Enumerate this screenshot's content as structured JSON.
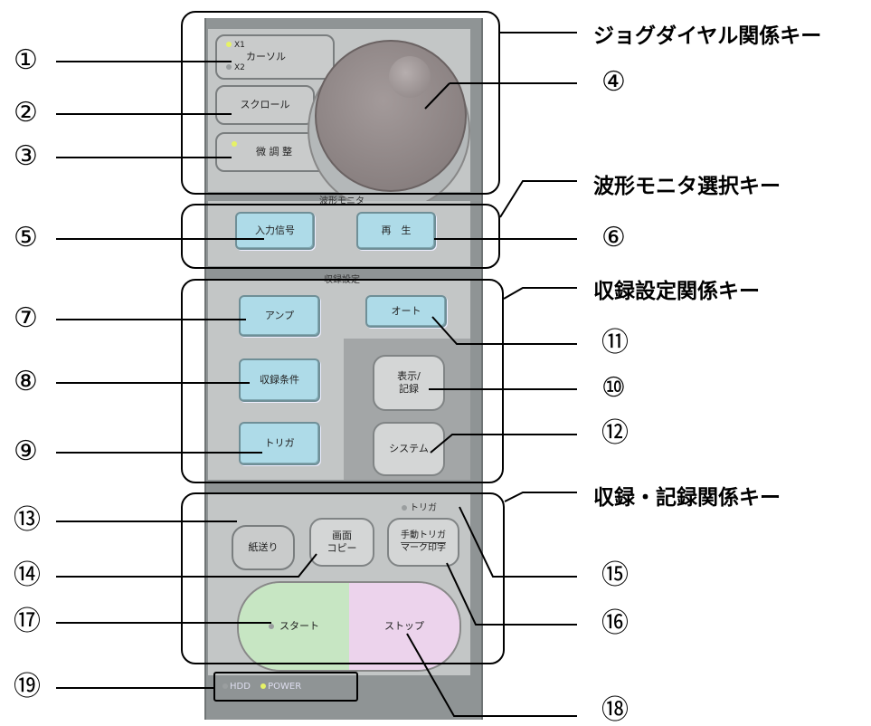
{
  "colors": {
    "panel": "#8f9495",
    "section": "#c3c6c6",
    "blue_key": "#aedbe8",
    "start_key": "#c7e6c3",
    "stop_key": "#ecd3ec",
    "led_on": "#e6f266"
  },
  "group_labels": {
    "jog": "ジョグダイヤル関係キー",
    "waveform": "波形モニタ選択キー",
    "record_setting": "収録設定関係キー",
    "record_print": "収録・記録関係キー"
  },
  "numbers": [
    "①",
    "②",
    "③",
    "④",
    "⑤",
    "⑥",
    "⑦",
    "⑧",
    "⑨",
    "⑩",
    "⑪",
    "⑫",
    "⑬",
    "⑭",
    "⑮",
    "⑯",
    "⑰",
    "⑱",
    "⑲"
  ],
  "panel": {
    "cursor_x1": "X1",
    "cursor_label": "カーソル",
    "cursor_x2": "X2",
    "scroll_label": "スクロール",
    "fine_label": "微 調 整",
    "waveform_section": "波形モニタ",
    "input_signal": "入力信号",
    "playback": "再　生",
    "record_section": "収録設定",
    "amp": "アンプ",
    "auto": "オート",
    "record_conditions": "収録条件",
    "display_record_top": "表示/",
    "display_record_bottom": "記録",
    "trigger": "トリガ",
    "system": "システム",
    "trigger_led": "トリガ",
    "paper_feed": "紙送り",
    "screen_top": "画面",
    "screen_bottom": "コピー",
    "manual_trigger_top": "手動トリガ",
    "manual_trigger_bottom": "マーク印字",
    "start": "スタート",
    "stop": "ストップ",
    "hdd": "HDD",
    "power": "POWER"
  }
}
